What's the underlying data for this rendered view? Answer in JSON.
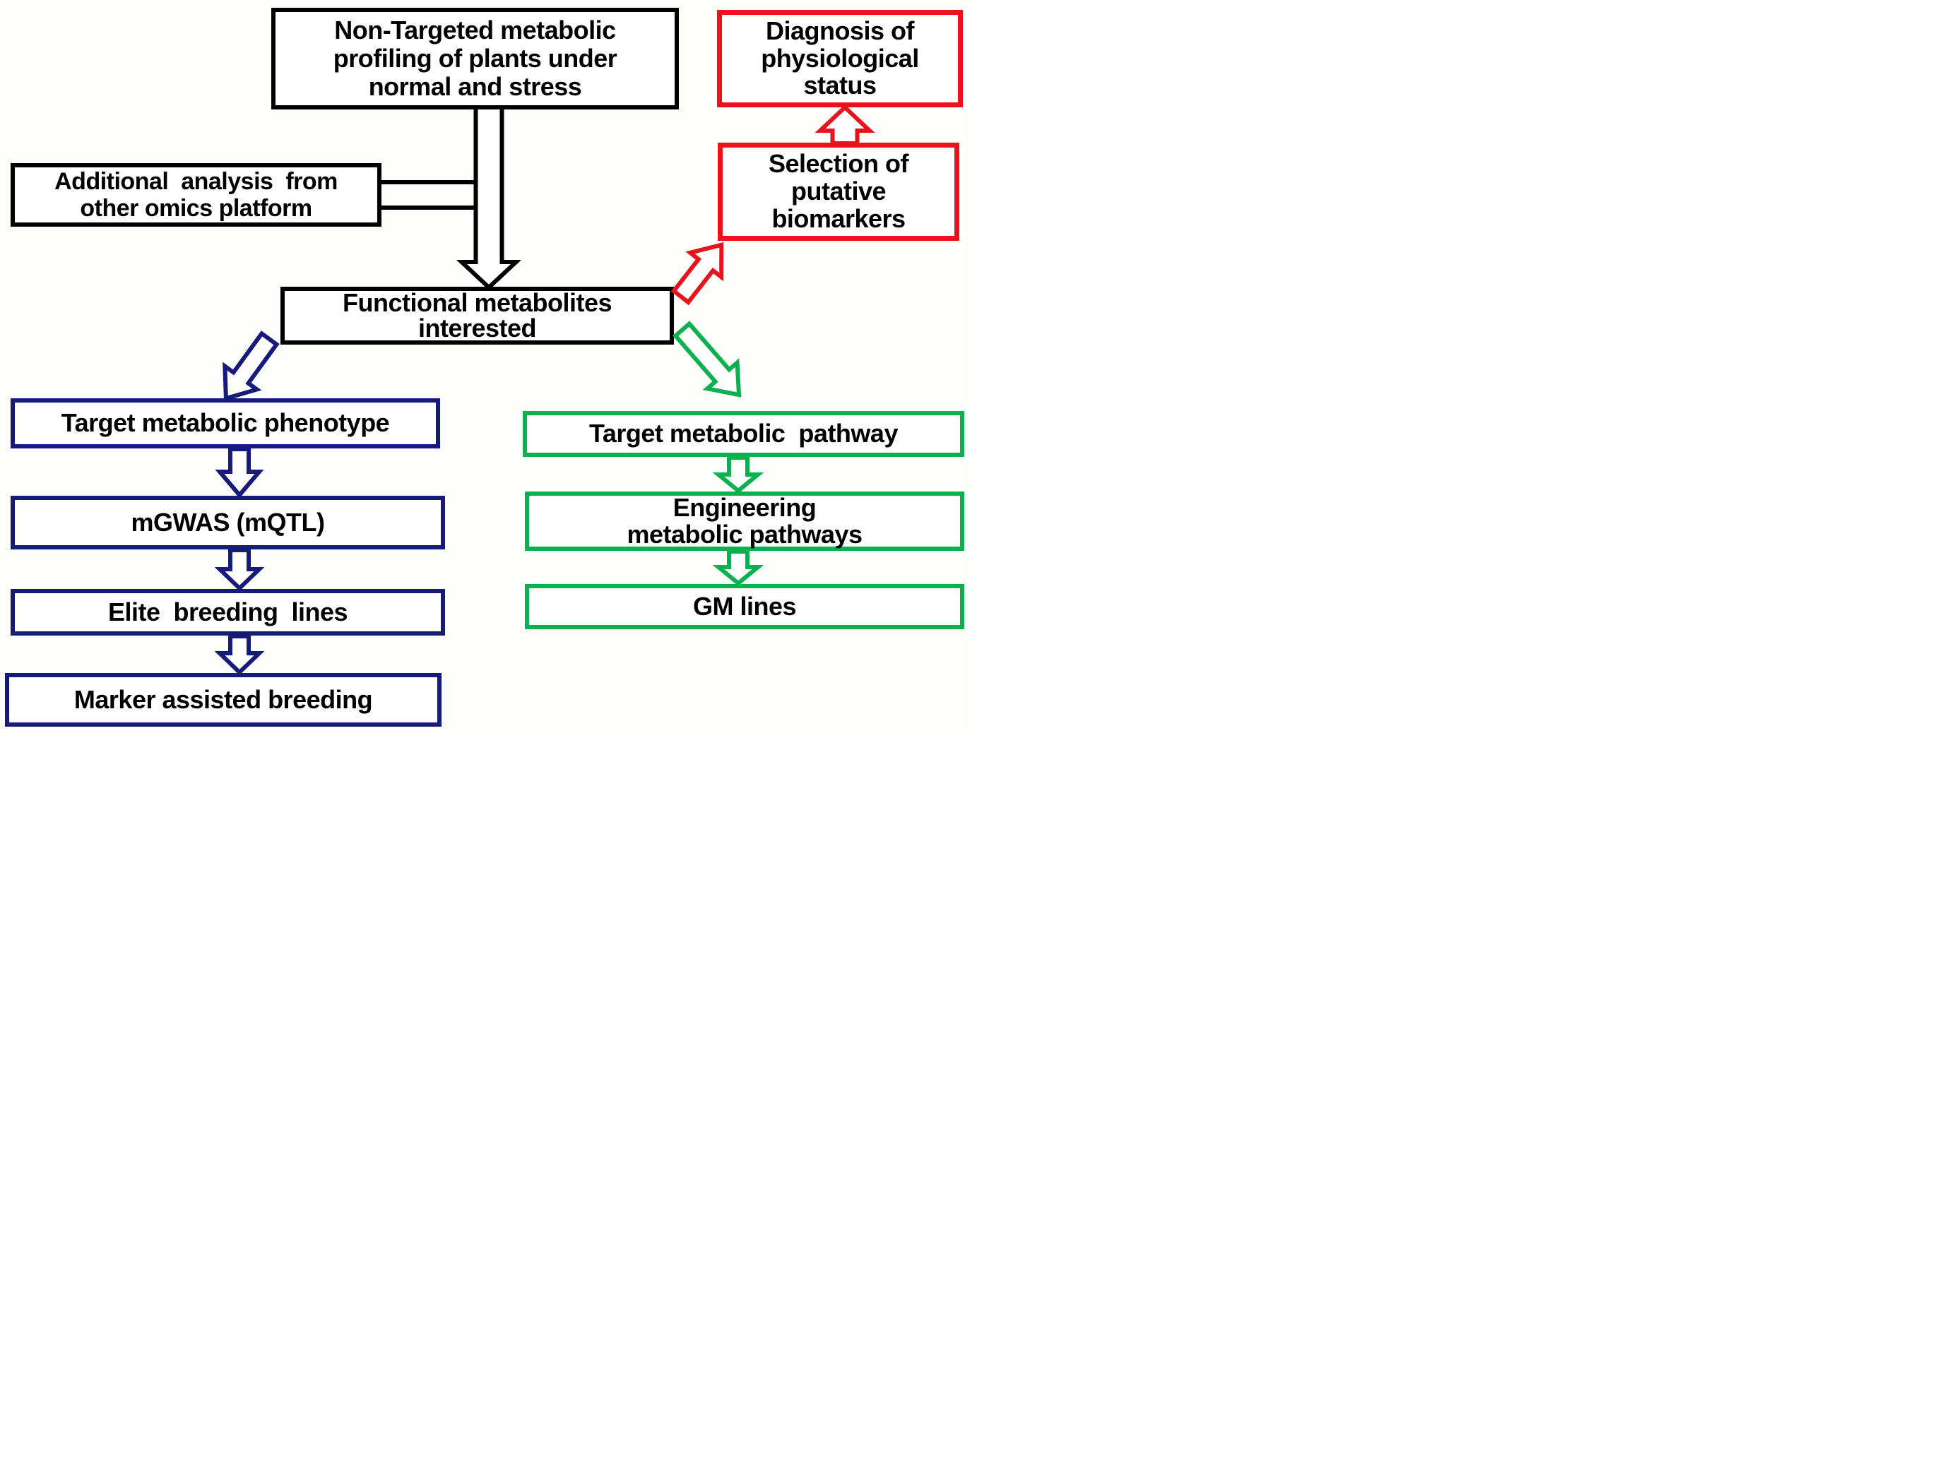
{
  "diagram": {
    "title": "Metabolomics applications flowchart",
    "colors": {
      "black": "#000000",
      "red": "#e8131b",
      "navy": "#161a7a",
      "green": "#0db04e",
      "box_fill": "#ffffff",
      "background": "#fdfdfb",
      "text": "#000000"
    },
    "boxes": {
      "non_targeted_profiling": {
        "text": "Non-Targeted metabolic\nprofiling of plants under\nnormal and stress",
        "border": "black"
      },
      "diagnosis": {
        "text": "Diagnosis of\nphysiological\nstatus",
        "border": "red"
      },
      "additional_analysis": {
        "text": "Additional  analysis  from\nother omics platform",
        "border": "black"
      },
      "selection_biomarkers": {
        "text": "Selection of\nputative\nbiomarkers",
        "border": "red"
      },
      "functional_metabolites": {
        "text": "Functional metabolites\ninterested",
        "border": "black"
      },
      "target_phenotype": {
        "text": "Target metabolic phenotype",
        "border": "navy"
      },
      "target_pathway": {
        "text": "Target metabolic  pathway",
        "border": "green"
      },
      "mgwas": {
        "text": "mGWAS (mQTL)",
        "border": "navy"
      },
      "engineering_pathways": {
        "text": "Engineering\nmetabolic pathways",
        "border": "green"
      },
      "elite_breeding_lines": {
        "text": "Elite  breeding  lines",
        "border": "navy"
      },
      "gm_lines": {
        "text": "GM lines",
        "border": "green"
      },
      "marker_assisted_breeding": {
        "text": "Marker assisted breeding",
        "border": "navy"
      }
    },
    "arrows": {
      "profiling_to_functional": {
        "from": "non_targeted_profiling",
        "to": "functional_metabolites",
        "color": "black",
        "style": "hollow-down"
      },
      "additional_connector": {
        "from": "additional_analysis",
        "to": "profiling_to_functional",
        "color": "black",
        "style": "double-line"
      },
      "functional_to_selection": {
        "from": "functional_metabolites",
        "to": "selection_biomarkers",
        "color": "red",
        "style": "hollow-diagonal-up-right"
      },
      "selection_to_diagnosis": {
        "from": "selection_biomarkers",
        "to": "diagnosis",
        "color": "red",
        "style": "hollow-up"
      },
      "functional_to_phenotype": {
        "from": "functional_metabolites",
        "to": "target_phenotype",
        "color": "navy",
        "style": "hollow-diagonal-down-left"
      },
      "functional_to_pathway": {
        "from": "functional_metabolites",
        "to": "target_pathway",
        "color": "green",
        "style": "hollow-diagonal-down-right"
      },
      "phenotype_to_mgwas": {
        "from": "target_phenotype",
        "to": "mgwas",
        "color": "navy",
        "style": "hollow-down"
      },
      "mgwas_to_elite": {
        "from": "mgwas",
        "to": "elite_breeding_lines",
        "color": "navy",
        "style": "hollow-down"
      },
      "elite_to_marker": {
        "from": "elite_breeding_lines",
        "to": "marker_assisted_breeding",
        "color": "navy",
        "style": "hollow-down"
      },
      "pathway_to_engineering": {
        "from": "target_pathway",
        "to": "engineering_pathways",
        "color": "green",
        "style": "hollow-down"
      },
      "engineering_to_gm": {
        "from": "engineering_pathways",
        "to": "gm_lines",
        "color": "green",
        "style": "hollow-down"
      }
    }
  }
}
